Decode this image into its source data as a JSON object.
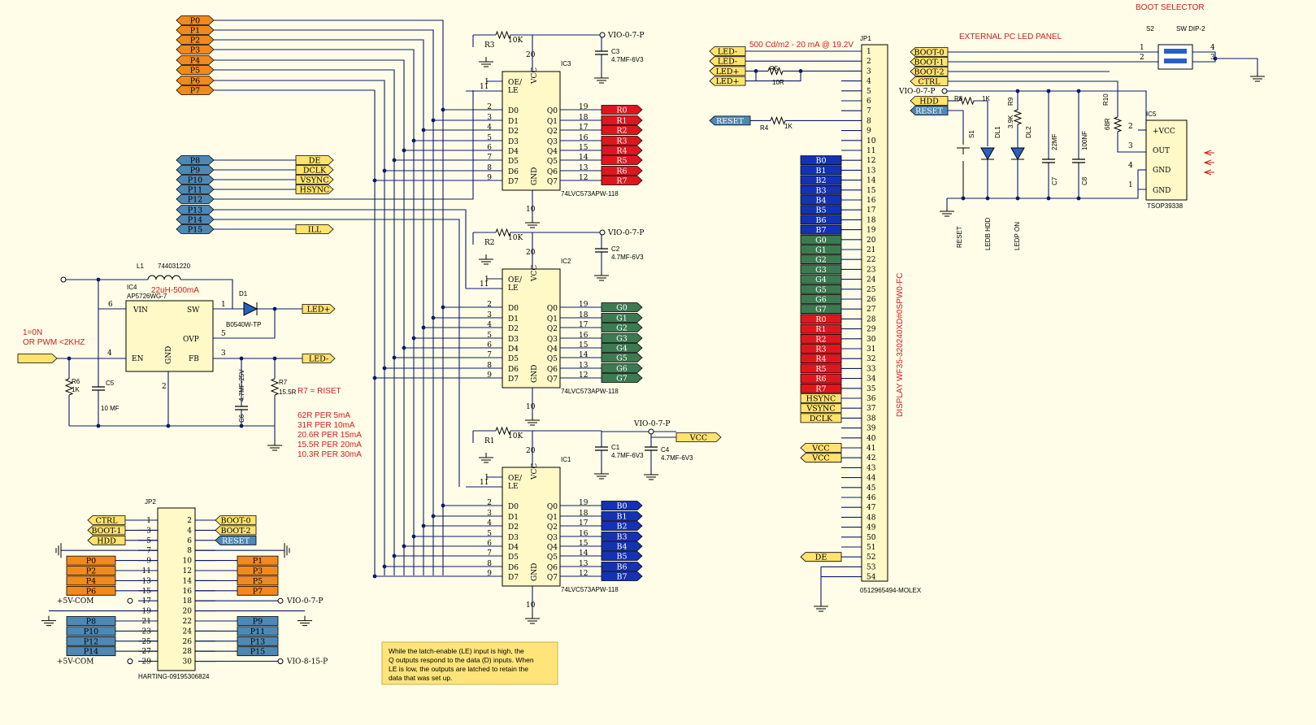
{
  "colors": {
    "orange": "#f08a1e",
    "blue": "#4e89b6",
    "yellow": "#ffe36e",
    "red": "#e0161e",
    "green": "#3d7a52",
    "navy": "#1432b4",
    "wire": "#0a1a6e"
  },
  "p_tags": [
    "P0",
    "P1",
    "P2",
    "P3",
    "P4",
    "P5",
    "P6",
    "P7"
  ],
  "p_tags_hi": [
    "P8",
    "P9",
    "P10",
    "P11",
    "P12",
    "P13",
    "P14",
    "P15"
  ],
  "sync_tags": [
    "DE",
    "DCLK",
    "VSYNC",
    "HSYNC"
  ],
  "ill": "ILL",
  "latches": [
    {
      "ref": "IC3",
      "part": "74LVC573APW-118",
      "outs": [
        "R0",
        "R1",
        "R2",
        "R3",
        "R4",
        "R5",
        "R6",
        "R7"
      ],
      "res": "R3",
      "res_val": "10K",
      "cap": "C3",
      "cap_val": "4.7MF-6V3"
    },
    {
      "ref": "IC2",
      "part": "74LVC573APW-118",
      "outs": [
        "G0",
        "G1",
        "G2",
        "G3",
        "G4",
        "G5",
        "G6",
        "G7"
      ],
      "res": "R2",
      "res_val": "10K",
      "cap": "C2",
      "cap_val": "4.7MF-6V3"
    },
    {
      "ref": "IC1",
      "part": "74LVC573APW-118",
      "outs": [
        "B0",
        "B1",
        "B2",
        "B3",
        "B4",
        "B5",
        "B6",
        "B7"
      ],
      "res": "R1",
      "res_val": "10K",
      "cap": "C1",
      "cap_val": "4.7MF-6V3"
    }
  ],
  "latch_pins": {
    "oe": "OE/",
    "le": "LE",
    "vcc": "VCC",
    "gnd": "GND",
    "d": [
      "D0",
      "D1",
      "D2",
      "D3",
      "D4",
      "D5",
      "D6",
      "D7"
    ],
    "q": [
      "Q0",
      "Q1",
      "Q2",
      "Q3",
      "Q4",
      "Q5",
      "Q6",
      "Q7"
    ],
    "din": [
      "2",
      "3",
      "4",
      "5",
      "6",
      "7",
      "8",
      "9"
    ],
    "qout": [
      "19",
      "18",
      "17",
      "16",
      "15",
      "14",
      "13",
      "12"
    ],
    "n1": "1",
    "n11": "11",
    "n20": "20",
    "n10": "10"
  },
  "vio": "VIO-0-7-P",
  "vio_hi": "VIO-8-15-P",
  "vcc": "VCC",
  "c4": "C4",
  "c4_val": "4.7MF-6V3",
  "v5": "+5V-COM",
  "driver": {
    "l1": "L1",
    "l1_val": "744031220",
    "l1_note": "22uH-500mA",
    "ic": "IC4",
    "ic_part": "AP5726WG-7",
    "vin": "VIN",
    "sw": "SW",
    "ovp": "OVP",
    "en": "EN",
    "fb": "FB",
    "gnd": "GND",
    "p6": "6",
    "p1": "1",
    "p5": "5",
    "p4": "4",
    "p3": "3",
    "p2": "2",
    "d1": "D1",
    "d1_part": "B0540W-TP",
    "c5": "C5",
    "c5_val": "10 MF",
    "c6": "C6",
    "c6_val": "4.7MF-25V",
    "r6": "R6",
    "r6_val": "1K",
    "r7": "R7",
    "r7_val": "15.5R",
    "led_plus": "LED+",
    "led_minus": "LED-",
    "en_note1": "1=0N",
    "en_note2": "OR PWM <2KHZ",
    "riset": "R7 = RISET",
    "table": [
      "62R PER 5mA",
      "31R PER 10mA",
      "20.6R PER 15mA",
      "15.5R PER 20mA",
      "10.3R PER 30mA"
    ]
  },
  "jp2": {
    "ref": "JP2",
    "part": "HARTING-09195306824",
    "left_tags": [
      "CTRL",
      "BOOT-1",
      "HDD"
    ],
    "right_tags": [
      "BOOT-0",
      "BOOT-2",
      "RESET"
    ]
  },
  "note": [
    "While the latch-enable (LE) input is high, the",
    "Q outputs respond to the data (D) inputs. When",
    "LE is low, the outputs are latched to retain the",
    "data that was set up."
  ],
  "jp1": {
    "ref": "JP1",
    "part": "0512965494-MOLEX",
    "display": "DISPLAY  WF35-320240XD#0SPW0-FC",
    "led_note": "500 Cd/m2 - 20 mA @ 19.2V",
    "r5": "R5",
    "r5_val": "10R",
    "r4": "R4",
    "r4_val": "1K",
    "reset": "RESET",
    "led_tags": [
      "LED-",
      "LED-",
      "LED+",
      "LED+"
    ],
    "bus": [
      "B0",
      "B1",
      "B2",
      "B3",
      "B4",
      "B5",
      "B6",
      "B7",
      "G0",
      "G1",
      "G2",
      "G3",
      "G4",
      "G5",
      "G6",
      "G7",
      "R0",
      "R1",
      "R2",
      "R3",
      "R4",
      "R5",
      "R6",
      "R7",
      "HSYNC",
      "VSYNC",
      "DCLK"
    ],
    "vcc_tags": [
      "VCC",
      "VCC"
    ],
    "de": "DE"
  },
  "pcled": {
    "title": "EXTERNAL PC LED PANEL",
    "boot_title": "BOOT SELECTOR",
    "s2": "S2",
    "sw": "SW DIP-2",
    "boot": [
      "BOOT-0",
      "BOOT-1",
      "BOOT-2"
    ],
    "ctrl": "CTRL",
    "vio": "VIO-0-7-P",
    "hdd": "HDD",
    "reset": "RESET",
    "r8": "R8",
    "r8_val": "1K",
    "r9": "R9",
    "r9_val": "3.9K",
    "r10": "R10",
    "r10_val": "68R",
    "s1": "S1",
    "dl1": "DL1",
    "dl2": "DL2",
    "c7": "C7",
    "c7_val": "22MF",
    "c8": "C8",
    "c8_val": "100NF",
    "ic5": "IC5",
    "ic5_part": "TSOP39338",
    "vccpin": "+VCC",
    "out": "OUT",
    "gnd": "GND",
    "lab_reset": "RESET",
    "lab_hdd": "LEDB HDD",
    "lab_on": "LEDP ON"
  }
}
